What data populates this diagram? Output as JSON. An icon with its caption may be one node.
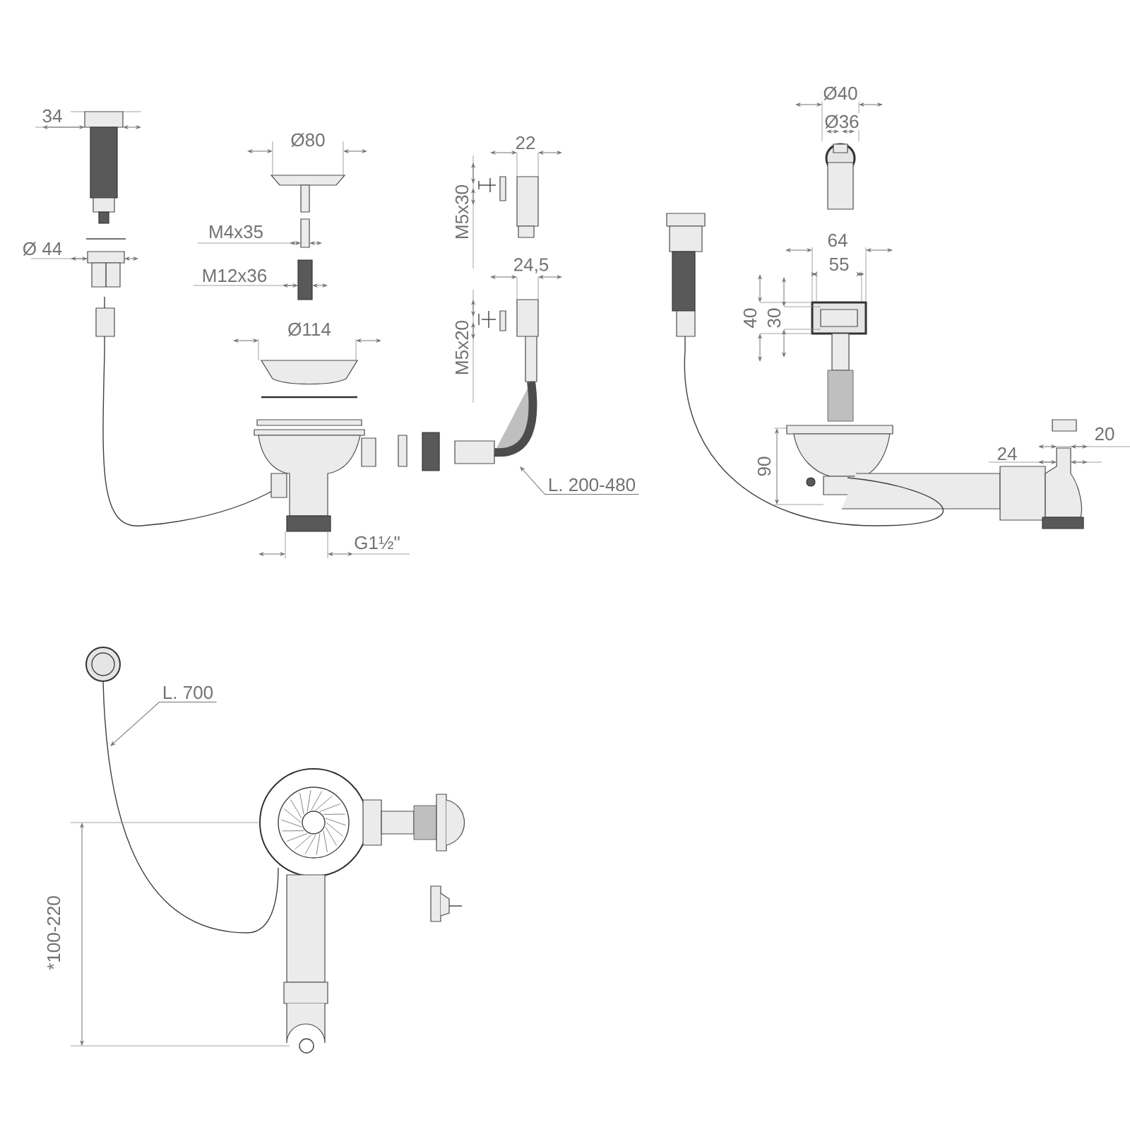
{
  "diagram": {
    "nodes": [
      {
        "text": [
          "L. 200-480"
        ]
      },
      {
        "text": [
          "L. 700"
        ]
      }
    ],
    "edges": [
      {
        "from": 0,
        "to": null,
        "arrow": "to"
      },
      {
        "from": 1,
        "to": null,
        "arrow": "to"
      }
    ],
    "labels": [
      "34",
      "Ø 44",
      "Ø80",
      "M4x35",
      "M12x36",
      "Ø114",
      "22",
      "M5x30",
      "24,5",
      "M5x20",
      "G1½\"",
      "Ø40",
      "Ø36",
      "64",
      "55",
      "40",
      "30",
      "90",
      "24",
      "20",
      "*100-220"
    ]
  }
}
